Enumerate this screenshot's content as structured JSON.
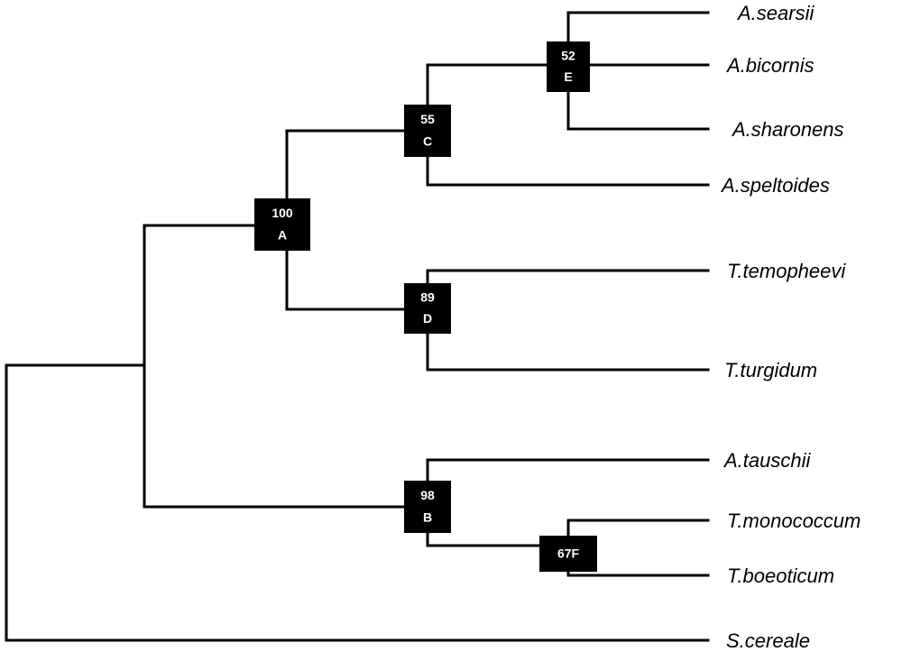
{
  "taxa": [
    {
      "id": "searsii",
      "label": "A.searsii"
    },
    {
      "id": "bicornis",
      "label": "A.bicornis"
    },
    {
      "id": "sharonens",
      "label": "A.sharonens"
    },
    {
      "id": "speltoides",
      "label": "A.speltoides"
    },
    {
      "id": "temopheevi",
      "label": "T.temopheevi"
    },
    {
      "id": "turgidum",
      "label": "T.turgidum"
    },
    {
      "id": "tauschii",
      "label": "A.tauschii"
    },
    {
      "id": "monococcum",
      "label": "T.monococcum"
    },
    {
      "id": "boeoticum",
      "label": "T.boeoticum"
    },
    {
      "id": "cereale",
      "label": "S.cereale"
    }
  ],
  "nodes": [
    {
      "id": "A",
      "support": "100",
      "label": "A"
    },
    {
      "id": "B",
      "support": "98",
      "label": "B"
    },
    {
      "id": "C",
      "support": "55",
      "label": "C"
    },
    {
      "id": "D",
      "support": "89",
      "label": "D"
    },
    {
      "id": "E",
      "support": "52",
      "label": "E"
    },
    {
      "id": "F",
      "support": "67F",
      "label": ""
    }
  ],
  "colors": {
    "line": "#000000",
    "node_fill": "#000000",
    "node_text": "#ffffff",
    "background": "#ffffff"
  }
}
